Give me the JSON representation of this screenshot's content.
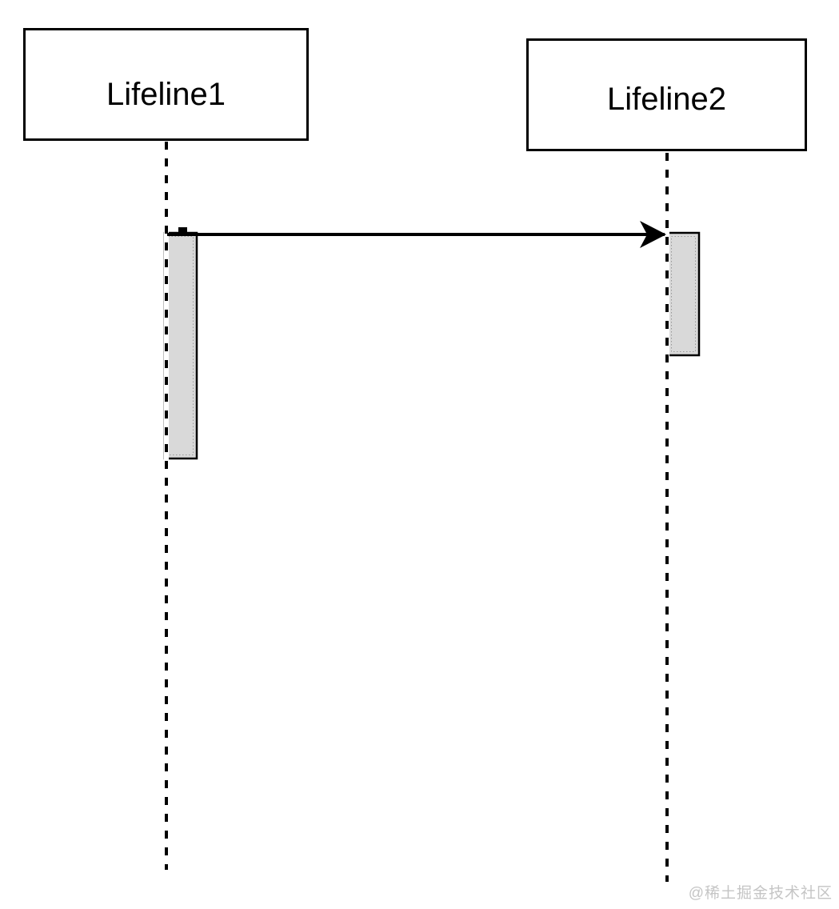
{
  "diagram": {
    "type": "uml-sequence-diagram",
    "lifelines": [
      {
        "name": "Lifeline1"
      },
      {
        "name": "Lifeline2"
      }
    ],
    "messages": [
      {
        "from": "Lifeline1",
        "to": "Lifeline2",
        "label": "",
        "style": "solid-line-filled-arrow"
      }
    ],
    "activations": [
      {
        "lifeline": "Lifeline1",
        "note": "long activation bar starting at message send"
      },
      {
        "lifeline": "Lifeline2",
        "note": "short activation bar starting at message receive"
      }
    ],
    "colors": {
      "line": "#000000",
      "activation_fill": "#d9d9d9",
      "activation_inner_dots": "#999999",
      "background": "#ffffff",
      "watermark": "#c5c5c5"
    }
  },
  "watermark": {
    "text": "@稀土掘金技术社区"
  }
}
